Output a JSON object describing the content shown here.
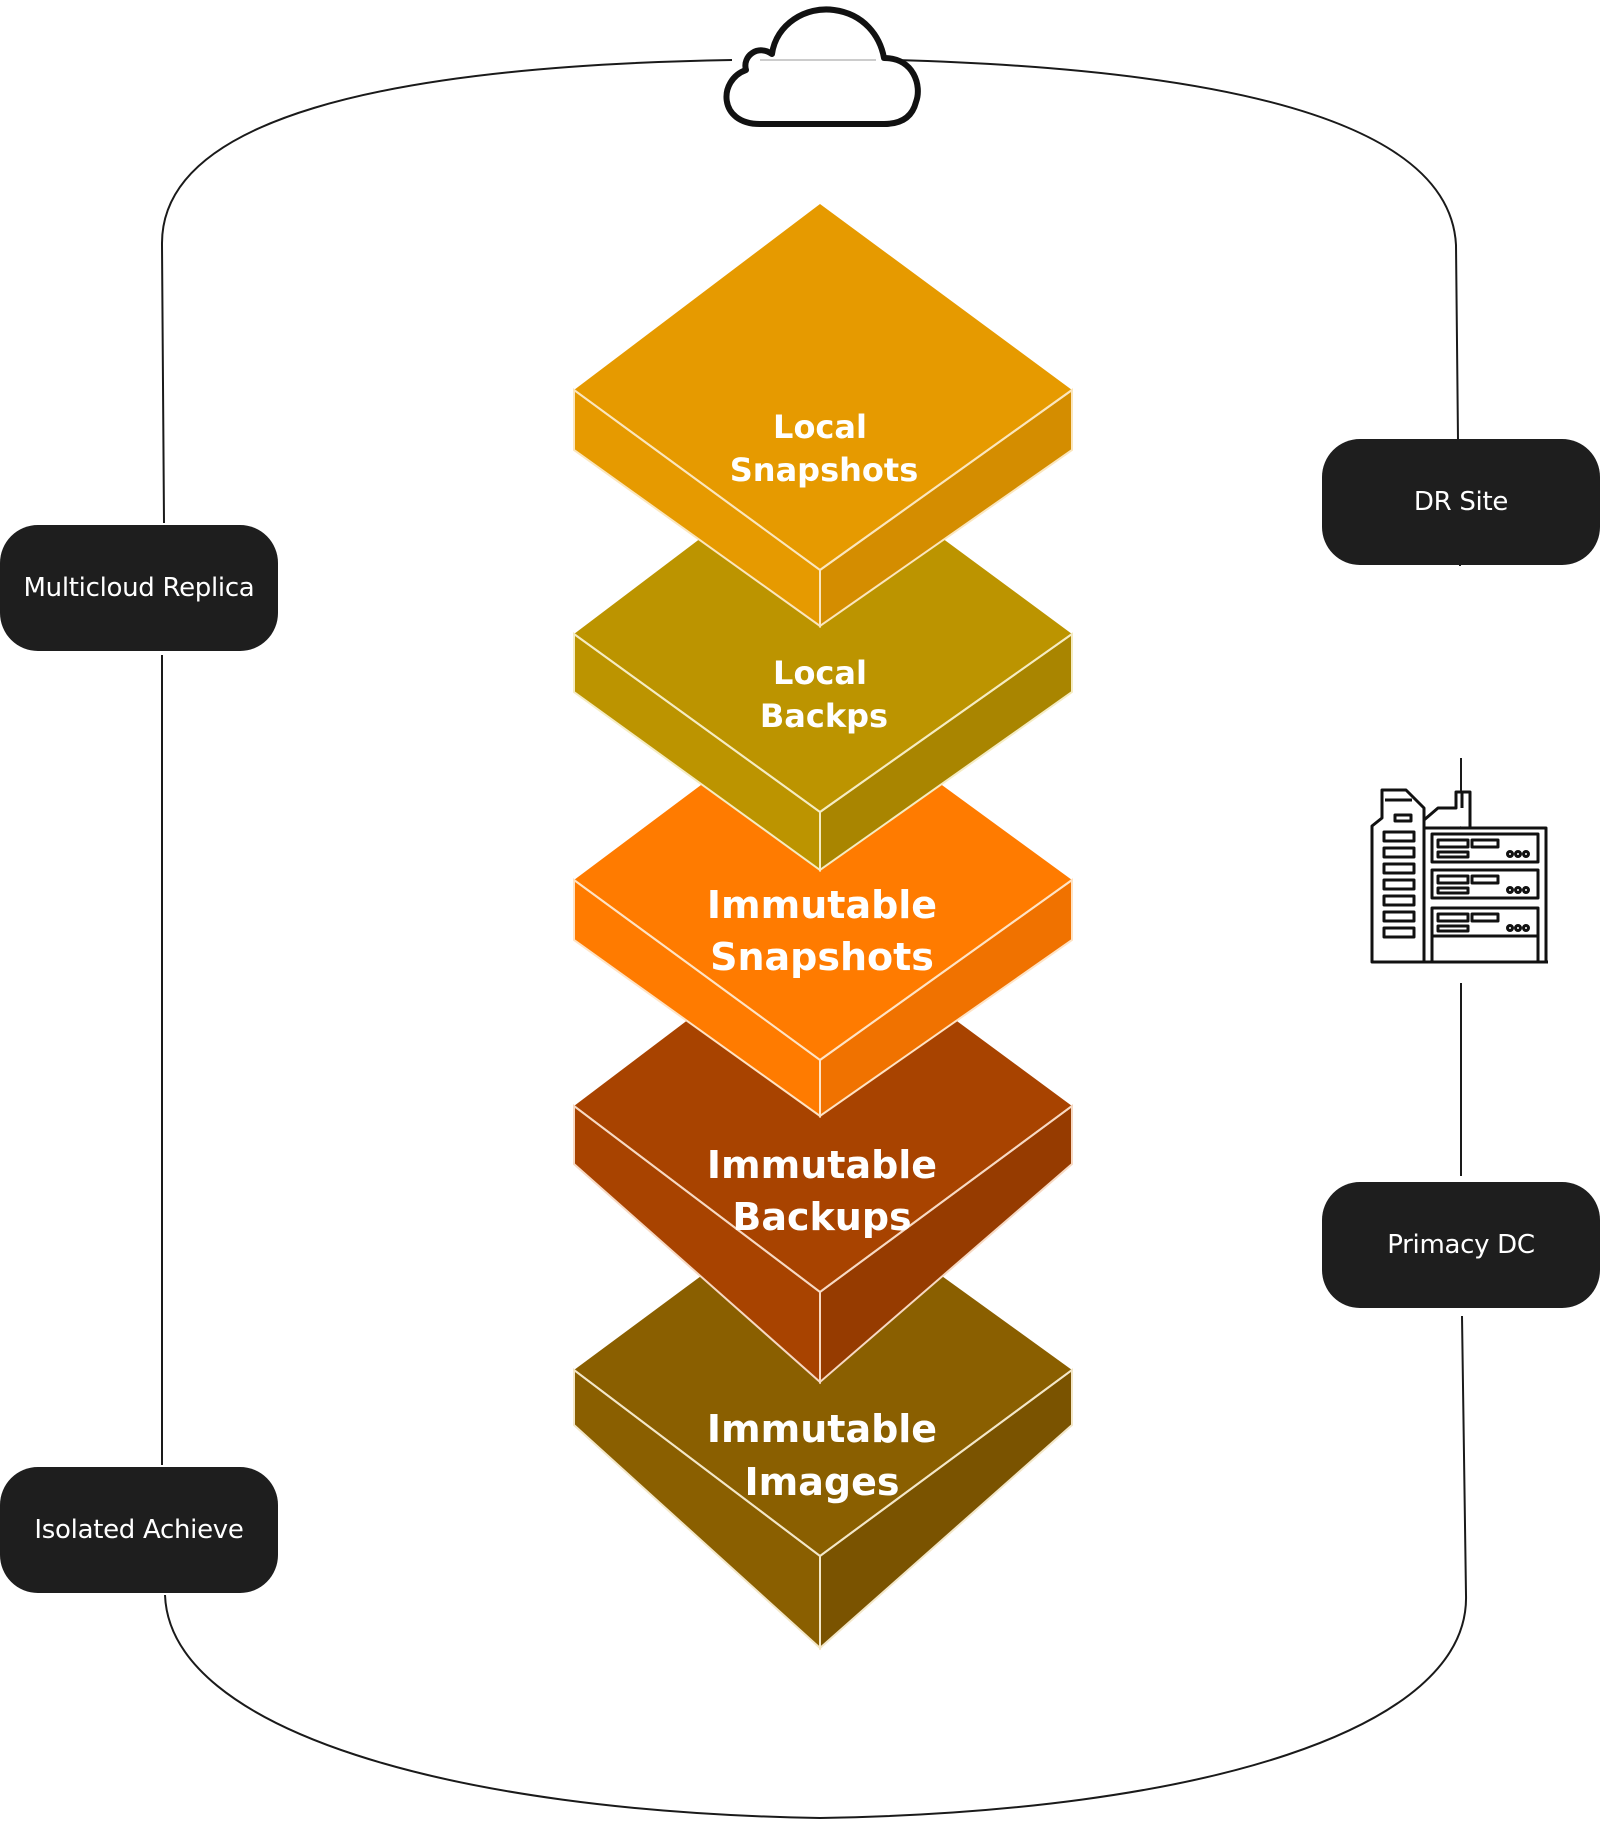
{
  "nodes": {
    "multicloud": "Multicloud Replica",
    "isolated": "Isolated Achieve",
    "dr_site": "DR Site",
    "primary_dc": "Primacy DC"
  },
  "layers": [
    {
      "line1": "Local",
      "line2": "Snapshots",
      "color": "#e69a00"
    },
    {
      "line1": "Local",
      "line2": "Backps",
      "color": "#bc9400"
    },
    {
      "line1": "Immutable",
      "line2": "Snapshots",
      "color": "#ff7b00"
    },
    {
      "line1": "Immutable",
      "line2": "Backups",
      "color": "#a84300"
    },
    {
      "line1": "Immutable",
      "line2": "Images",
      "color": "#8a5f00"
    }
  ],
  "icons": {
    "top": "cloud-icon",
    "right": "data-center-icon"
  },
  "colors": {
    "pill_bg": "#1e1e1e",
    "pill_text": "#ffffff",
    "outline": "#1a1a1a"
  }
}
